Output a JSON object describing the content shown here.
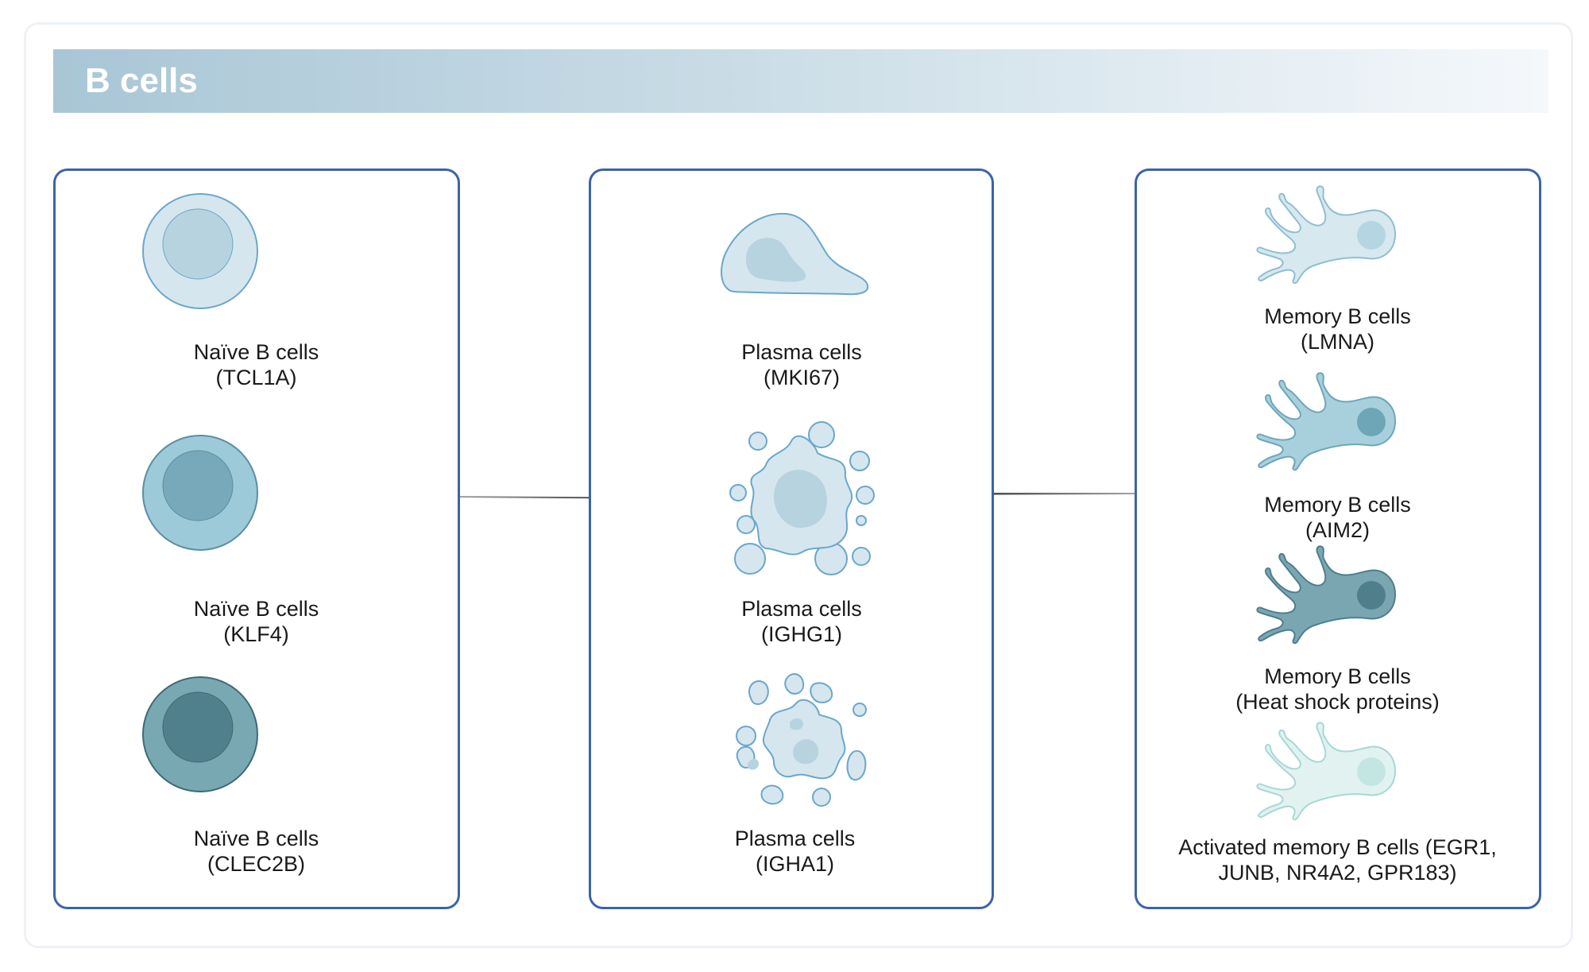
{
  "header": {
    "title": "B cells"
  },
  "panels": {
    "naive": {
      "cells": [
        {
          "name": "Naïve B cells",
          "marker": "(TCL1A)",
          "fill": "#d6e6ef",
          "nucleus": "#b7d3e0",
          "stroke": "#6aa7c9"
        },
        {
          "name": "Naïve B cells",
          "marker": "(KLF4)",
          "fill": "#9ccad8",
          "nucleus": "#77a9bb",
          "stroke": "#5b8ea0"
        },
        {
          "name": "Naïve B cells",
          "marker": "(CLEC2B)",
          "fill": "#78a8b2",
          "nucleus": "#50808c",
          "stroke": "#3f6a74"
        }
      ]
    },
    "plasma": {
      "cells": [
        {
          "name": "Plasma cells",
          "marker": "(MKI67)"
        },
        {
          "name": "Plasma cells",
          "marker": "(IGHG1)"
        },
        {
          "name": "Plasma cells",
          "marker": "(IGHA1)"
        }
      ]
    },
    "memory": {
      "cells": [
        {
          "name": "Memory B cells",
          "marker": "(LMNA)",
          "fill": "#d7e8ef",
          "nucleus": "#b5d5e2",
          "stroke": "#8fbfd0"
        },
        {
          "name": "Memory B cells",
          "marker": "(AIM2)",
          "fill": "#a8d0dc",
          "nucleus": "#6ea6b8",
          "stroke": "#6ea6b8"
        },
        {
          "name": "Memory B cells",
          "marker": "(Heat shock proteins)",
          "fill": "#7aa6b2",
          "nucleus": "#4f7f8b",
          "stroke": "#4f7f8b"
        },
        {
          "name": "Activated memory B cells (EGR1,",
          "marker": "JUNB, NR4A2, GPR183)",
          "fill": "#e2f2f1",
          "nucleus": "#c3e6e3",
          "stroke": "#a6d8d4"
        }
      ]
    }
  },
  "colors": {
    "panel_border": "#3a64a8",
    "arrow": "#1a1a1a",
    "plasma_fill": "#d6e6ef",
    "plasma_stroke": "#6aa7c9"
  }
}
